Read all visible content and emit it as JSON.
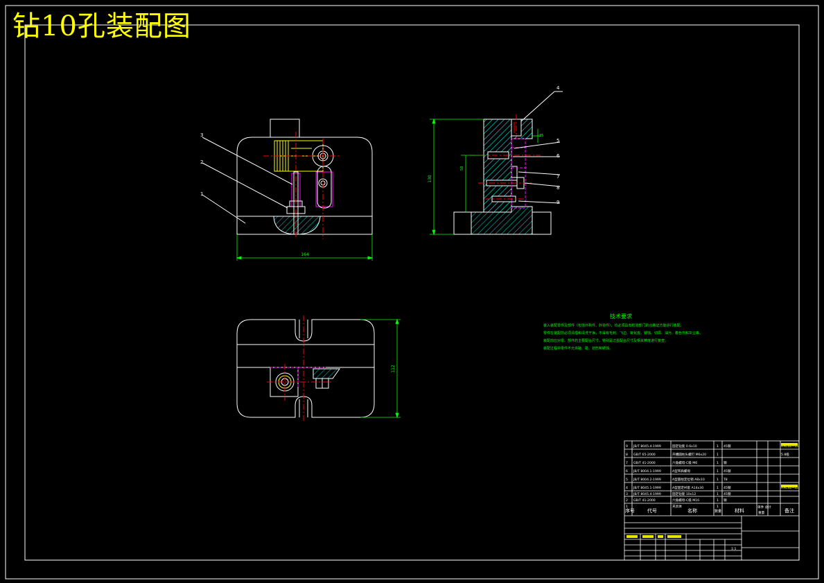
{
  "title": "钻10孔装配图",
  "colors": {
    "background": "#000000",
    "frame": "#ffffff",
    "title": "#ffff00",
    "dimension": "#00ff00",
    "centerline": "#ff0000",
    "hatch": "#00ffff",
    "hidden": "#ff00ff"
  },
  "front_view": {
    "part_numbers": [
      "3",
      "2",
      "1"
    ],
    "width_dim": "164"
  },
  "side_view": {
    "part_numbers": [
      "4",
      "5",
      "6",
      "7",
      "8",
      "9"
    ],
    "height_dim": "130",
    "small_dims": [
      "35",
      "58"
    ]
  },
  "top_view": {
    "height_dim": "112"
  },
  "technical_requirements": {
    "title": "技术要求",
    "lines": [
      "装入装配零件及部件（包括外购件、外协件），均必须具有检验部门的合格证方能进行装配。",
      "零件在装配前必须清理和清洗干净，不得有毛刺、飞边、氧化皮、锈蚀、切屑、油污、着色剂和灰尘等。",
      "装配前应对零、部件的主要配合尺寸，特别是过盈配合尺寸及相关精度进行复查。",
      "装配过程中零件不允许磕、碰、划伤和锈蚀。"
    ]
  },
  "bom": {
    "rows": [
      {
        "no": "9",
        "code": "JB/T 8045.4-1999",
        "name": "固定钻套 0.6x10",
        "qty": "1",
        "material": "45钢",
        "note": "HRC40~45"
      },
      {
        "no": "8",
        "code": "GB/T 65-2000",
        "name": "开槽圆柱头螺钉 M6x20",
        "qty": "1",
        "material": "",
        "note": "5.8级"
      },
      {
        "no": "7",
        "code": "GB/T 41-2000",
        "name": "六角螺母-C级 M6",
        "qty": "1",
        "material": "钢",
        "note": ""
      },
      {
        "no": "6",
        "code": "JB/T 8004.1-1999",
        "name": "A型带肩螺母",
        "qty": "1",
        "material": "45钢",
        "note": ""
      },
      {
        "no": "5",
        "code": "JB/T 8004.2-1999",
        "name": "A型圆柱定位销 A8x10",
        "qty": "1",
        "material": "T8",
        "note": ""
      },
      {
        "no": "4",
        "code": "JB/T 8045.1-1999",
        "name": "A型固定衬套 A14x30",
        "qty": "1",
        "material": "45钢",
        "note": "HRC40~45"
      },
      {
        "no": "3",
        "code": "JB/T 8045.4-1999",
        "name": "固定钻套 10x12",
        "qty": "1",
        "material": "45钢",
        "note": ""
      },
      {
        "no": "2",
        "code": "GB/T 41-2000",
        "name": "六角螺母-C级 M16",
        "qty": "1",
        "material": "钢",
        "note": ""
      },
      {
        "no": "1",
        "code": "",
        "name": "夹具体",
        "qty": "1",
        "material": "",
        "note": ""
      }
    ],
    "headers": {
      "no": "序号",
      "code": "代号",
      "name": "名称",
      "qty": "数量",
      "material": "材料",
      "weight": "单件 总计",
      "weight2": "重量",
      "note": "备注"
    },
    "scale": "1:1"
  }
}
